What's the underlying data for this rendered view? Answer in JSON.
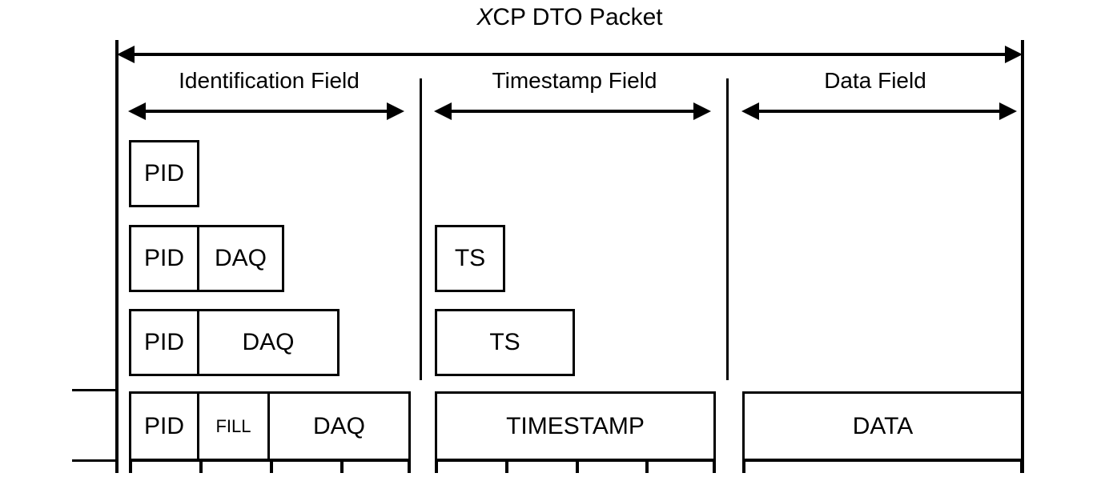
{
  "diagram": {
    "title_italic_prefix": "X",
    "title_rest": "CP DTO Packet",
    "fields": [
      {
        "label": "Identification Field"
      },
      {
        "label": "Timestamp Field"
      },
      {
        "label": "Data Field"
      }
    ],
    "rows": [
      {
        "identification_cells": [
          {
            "label": "PID",
            "units": 1
          }
        ],
        "timestamp_cells": [],
        "data_cells": []
      },
      {
        "identification_cells": [
          {
            "label": "PID",
            "units": 1
          },
          {
            "label": "DAQ",
            "units": 1
          }
        ],
        "timestamp_cells": [
          {
            "label": "TS",
            "units": 1
          }
        ],
        "data_cells": []
      },
      {
        "identification_cells": [
          {
            "label": "PID",
            "units": 1
          },
          {
            "label": "DAQ",
            "units": 2
          }
        ],
        "timestamp_cells": [
          {
            "label": "TS",
            "units": 2
          }
        ],
        "data_cells": []
      },
      {
        "identification_cells": [
          {
            "label": "PID",
            "units": 1
          },
          {
            "label": "FILL",
            "units": 1
          },
          {
            "label": "DAQ",
            "units": 2
          }
        ],
        "timestamp_cells": [
          {
            "label": "TIMESTAMP",
            "units": 4
          }
        ],
        "data_cells": [
          {
            "label": "DATA",
            "units": 4
          }
        ]
      }
    ]
  }
}
